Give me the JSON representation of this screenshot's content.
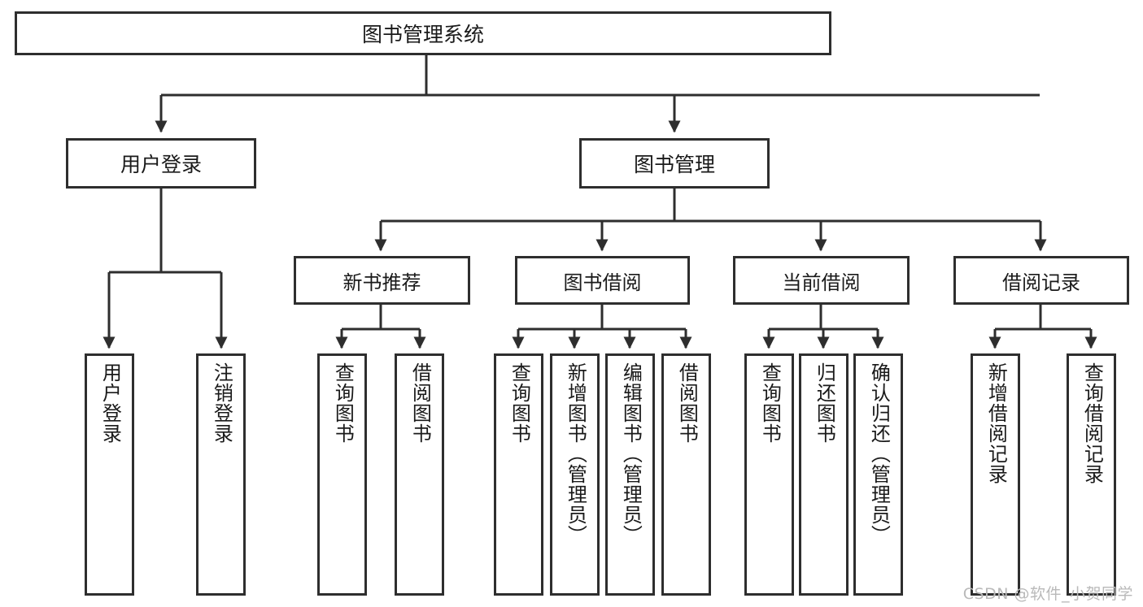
{
  "diagram": {
    "title": "图书管理系统",
    "watermark": "CSDN @软件_小贺同学",
    "colors": {
      "line": "#2e2e2e",
      "box_border": "#2e2e2e",
      "box_fill": "#ffffff",
      "text": "#1a1a1a",
      "watermark": "#b9b9b9",
      "background": "#ffffff"
    },
    "root": {
      "label": "图书管理系统"
    },
    "level2": [
      {
        "label": "用户登录"
      },
      {
        "label": "图书管理"
      }
    ],
    "level3": [
      {
        "label": "新书推荐"
      },
      {
        "label": "图书借阅"
      },
      {
        "label": "当前借阅"
      },
      {
        "label": "借阅记录"
      }
    ],
    "leaves": {
      "user_login": [
        {
          "label": "用户登录"
        },
        {
          "label": "注销登录"
        }
      ],
      "new_book_recommend": [
        {
          "label": "查询图书"
        },
        {
          "label": "借阅图书"
        }
      ],
      "book_borrow": [
        {
          "label": "查询图书"
        },
        {
          "label": "新增图书（管理员）"
        },
        {
          "label": "编辑图书（管理员）"
        },
        {
          "label": "借阅图书"
        }
      ],
      "current_borrow": [
        {
          "label": "查询图书"
        },
        {
          "label": "归还图书"
        },
        {
          "label": "确认归还（管理员）"
        }
      ],
      "borrow_records": [
        {
          "label": "新增借阅记录"
        },
        {
          "label": "查询借阅记录"
        }
      ]
    }
  }
}
